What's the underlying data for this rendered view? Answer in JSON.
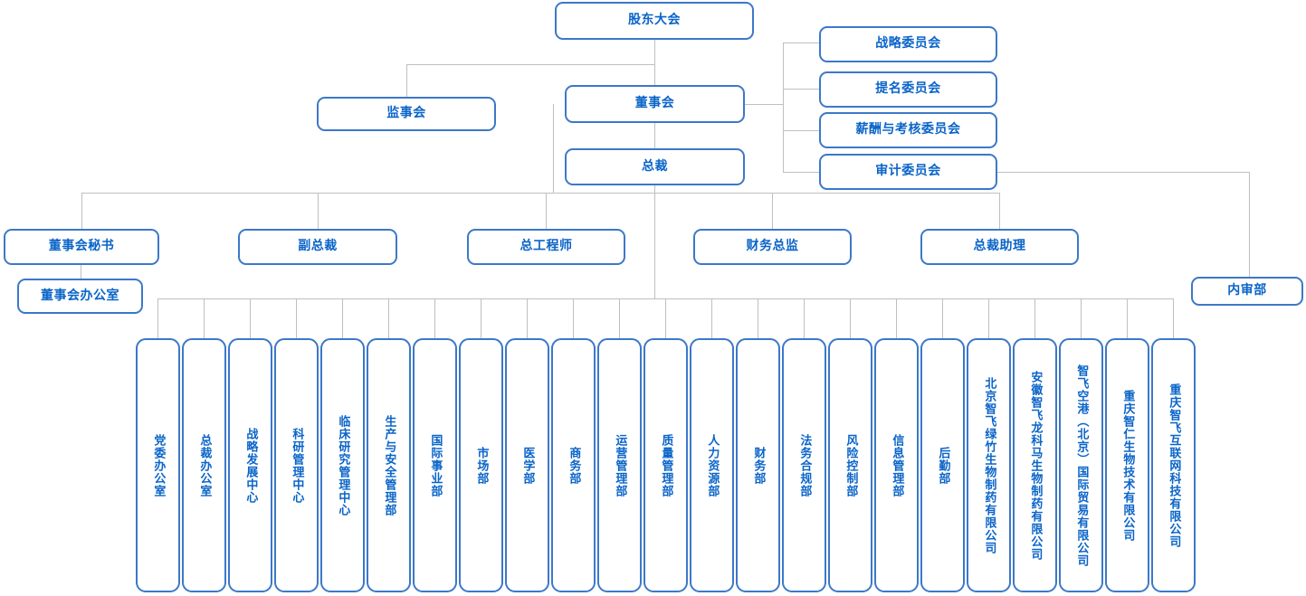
{
  "chart_title": "",
  "colors": {
    "box_border": "#3c78c8",
    "text": "#0a64c8",
    "connector": "#bfbfbf",
    "background": "#ffffff"
  },
  "nodes": {
    "shareholders_meeting": "股东大会",
    "supervisory_board": "监事会",
    "board_of_directors": "董事会",
    "president": "总裁",
    "internal_audit": "内审部"
  },
  "committees": [
    {
      "label": "战略委员会"
    },
    {
      "label": "提名委员会"
    },
    {
      "label": "薪酬与考核委员会"
    },
    {
      "label": "审计委员会"
    }
  ],
  "executives": [
    {
      "label": "董事会秘书"
    },
    {
      "label": "副总裁"
    },
    {
      "label": "总工程师"
    },
    {
      "label": "财务总监"
    },
    {
      "label": "总裁助理"
    }
  ],
  "board_office": {
    "label": "董事会办公室"
  },
  "departments": [
    {
      "label": "党委办公室"
    },
    {
      "label": "总裁办公室"
    },
    {
      "label": "战略发展中心"
    },
    {
      "label": "科研管理中心"
    },
    {
      "label": "临床研究管理中心"
    },
    {
      "label": "生产与安全管理部"
    },
    {
      "label": "国际事业部"
    },
    {
      "label": "市场部"
    },
    {
      "label": "医学部"
    },
    {
      "label": "商务部"
    },
    {
      "label": "运营管理部"
    },
    {
      "label": "质量管理部"
    },
    {
      "label": "人力资源部"
    },
    {
      "label": "财务部"
    },
    {
      "label": "法务合规部"
    },
    {
      "label": "风险控制部"
    },
    {
      "label": "信息管理部"
    },
    {
      "label": "后勤部"
    },
    {
      "label": "北京智飞绿竹生物制药有限公司"
    },
    {
      "label": "安徽智飞龙科马生物制药有限公司"
    },
    {
      "label": "智飞空港（北京）国际贸易有限公司"
    },
    {
      "label": "重庆智仁生物技术有限公司"
    },
    {
      "label": "重庆智飞互联网科技有限公司"
    }
  ]
}
